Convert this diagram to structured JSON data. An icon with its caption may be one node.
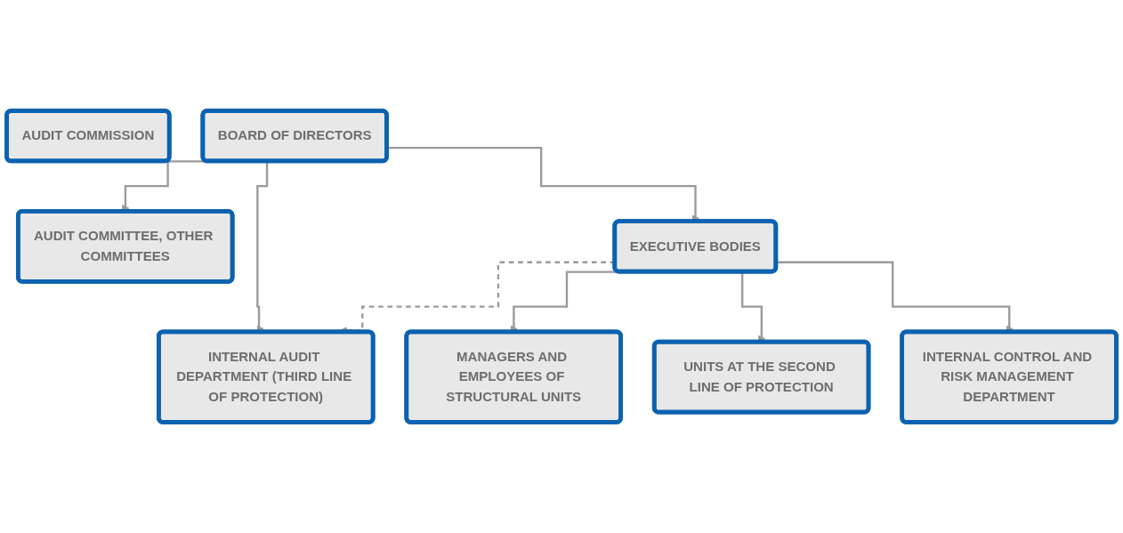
{
  "diagram": {
    "nodes": [
      {
        "text": [
          "AUDIT COMMISSION"
        ]
      },
      {
        "text": [
          "BOARD OF DIRECTORS"
        ]
      },
      {
        "text": [
          "AUDIT COMMITTEE, OTHER COMMITTEES"
        ]
      },
      {
        "text": [
          "EXECUTIVE BODIES"
        ]
      },
      {
        "text": [
          "MANAGERS AND EMPLOYEES OF STRUCTURAL UNITS"
        ]
      },
      {
        "text": [
          "INTERNAL CONTROL AND RISK MANAGEMENT DEPARTMENT"
        ]
      },
      {
        "text": [
          "INTERNAL AUDIT DEPARTMENT (THIRD LINE OF PROTECTION)"
        ]
      },
      {
        "text": [
          "UNITS AT THE SECOND LINE OF PROTECTION"
        ]
      }
    ],
    "edges": [
      {
        "from": 1,
        "to": 6,
        "arrow": "to"
      },
      {
        "from": 1,
        "to": 2,
        "arrow": "to"
      },
      {
        "from": 1,
        "to": 3,
        "arrow": "to"
      },
      {
        "from": 3,
        "to": 6,
        "arrow": "to",
        "style": "dashed"
      },
      {
        "from": 3,
        "to": 4,
        "arrow": "to"
      },
      {
        "from": 3,
        "to": 7,
        "arrow": "to"
      },
      {
        "from": 3,
        "to": 5,
        "arrow": "to"
      }
    ]
  }
}
